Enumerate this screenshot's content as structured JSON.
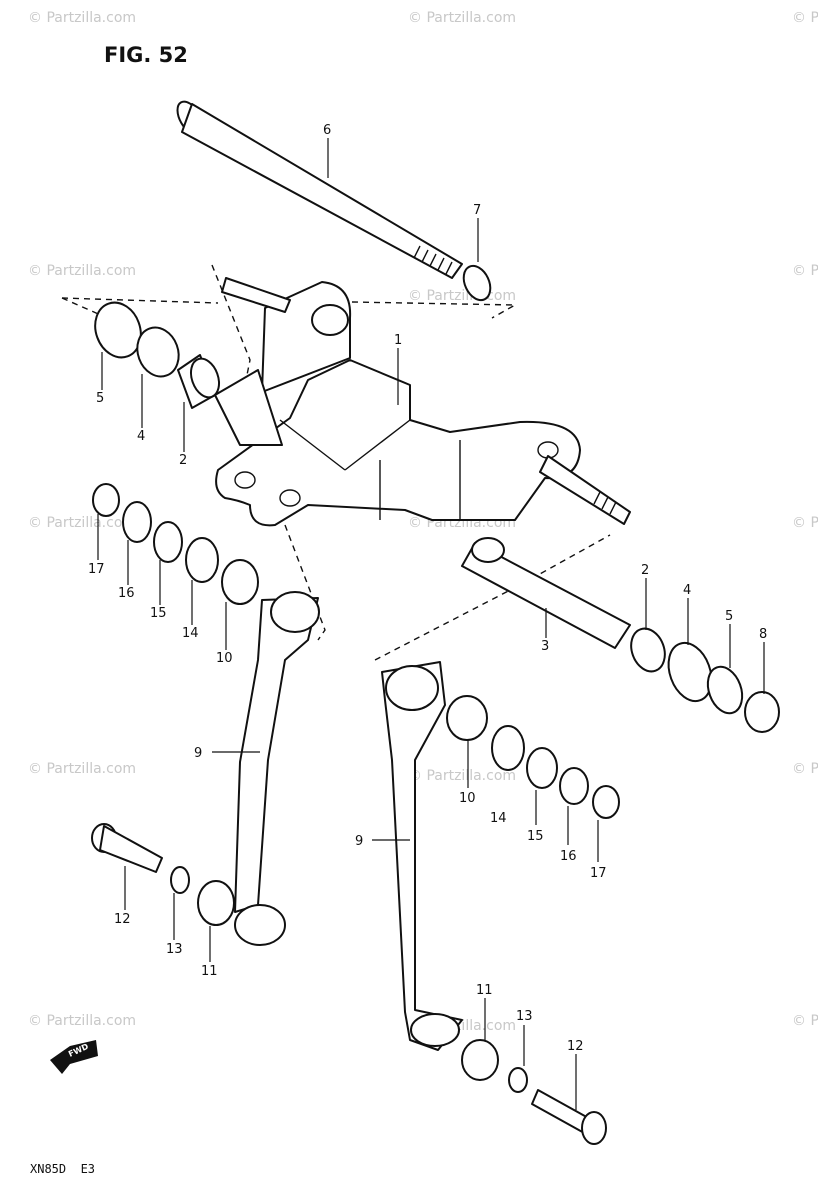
{
  "figure": {
    "title": "FIG. 52",
    "footer": "XN85D  E3"
  },
  "watermark": {
    "text": "Partzilla.com",
    "symbol": "©"
  },
  "direction_marker": {
    "label": "FWD",
    "icon": "forward-arrow-icon"
  },
  "callouts": [
    "1",
    "2",
    "2",
    "3",
    "4",
    "4",
    "5",
    "5",
    "6",
    "7",
    "8",
    "9",
    "9",
    "10",
    "10",
    "11",
    "11",
    "12",
    "12",
    "13",
    "13",
    "14",
    "14",
    "15",
    "15",
    "16",
    "16",
    "17",
    "17"
  ]
}
